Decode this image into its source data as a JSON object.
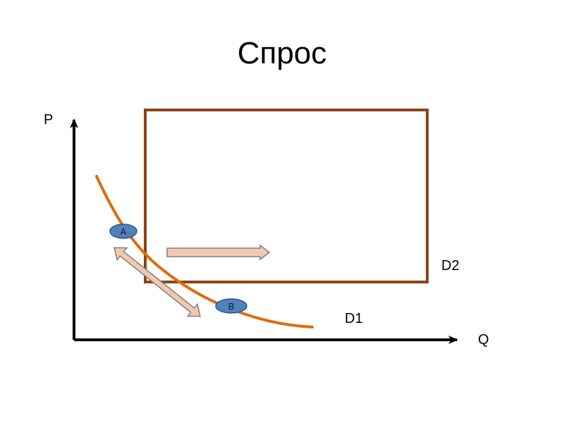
{
  "title": "Спрос",
  "axes": {
    "y_label": "P",
    "x_label": "Q"
  },
  "curves": {
    "d1_label": "D1",
    "d2_label": "D2"
  },
  "points": {
    "a_label": "A",
    "b_label": "B"
  },
  "colors": {
    "curve_d1": "#e26b0a",
    "rect_d2": "#8b4513",
    "point_fill": "#4f81bd",
    "arrow_fill": "#f2c9b0",
    "arrow_stroke": "#7f7f7f"
  }
}
